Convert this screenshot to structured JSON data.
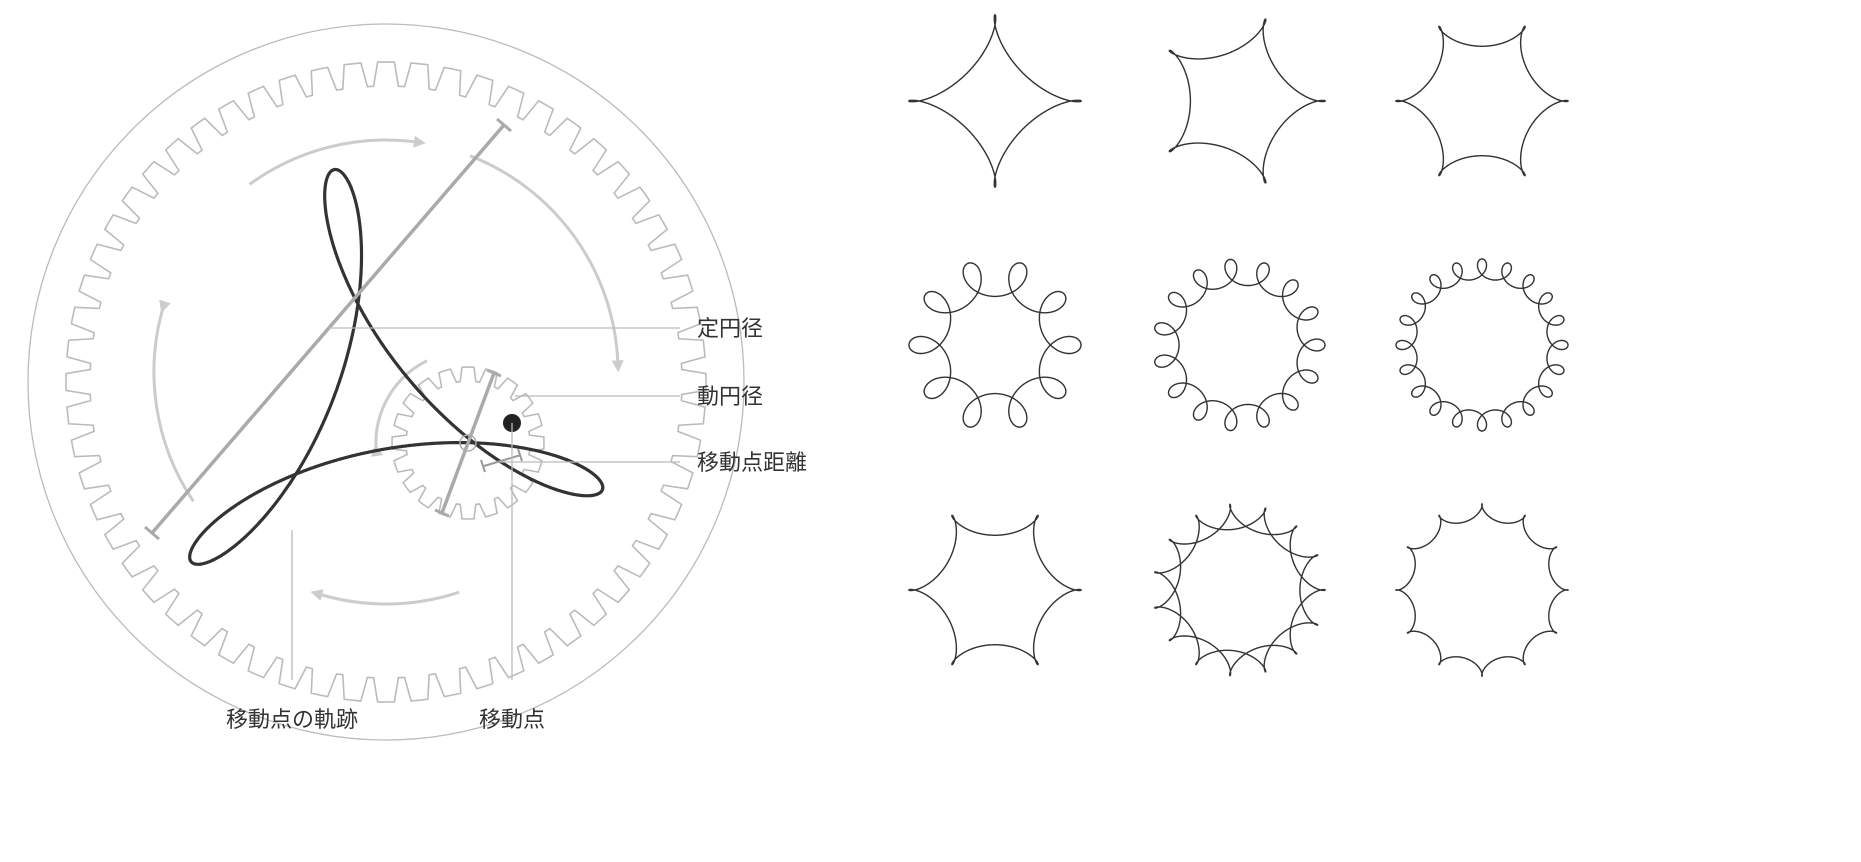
{
  "labels": {
    "fixed_diameter": "定円径",
    "moving_diameter": "動円径",
    "point_distance": "移動点距離",
    "trajectory": "移動点の軌跡",
    "moving_point": "移動点"
  },
  "colors": {
    "curve": "#333333",
    "guide": "#aaaaaa",
    "light": "#cccccc",
    "gear": "#bbbbbb",
    "point": "#222222"
  },
  "main_spirograph": {
    "fixed_teeth": 60,
    "moving_teeth": 20,
    "point_ratio": 0.9,
    "loops": 3
  },
  "examples": [
    {
      "fixed": 60,
      "moving": 45,
      "ratio": 0.9
    },
    {
      "fixed": 60,
      "moving": 48,
      "ratio": 0.9
    },
    {
      "fixed": 60,
      "moving": 50,
      "ratio": 0.9
    },
    {
      "fixed": 60,
      "moving": 54,
      "ratio": 0.4
    },
    {
      "fixed": 60,
      "moving": 56,
      "ratio": 0.4
    },
    {
      "fixed": 60,
      "moving": 57,
      "ratio": 0.4
    },
    {
      "fixed": 60,
      "moving": 50,
      "ratio": 0.9
    },
    {
      "fixed": 60,
      "moving": 52,
      "ratio": 0.9
    },
    {
      "fixed": 60,
      "moving": 55,
      "ratio": 0.9
    }
  ]
}
